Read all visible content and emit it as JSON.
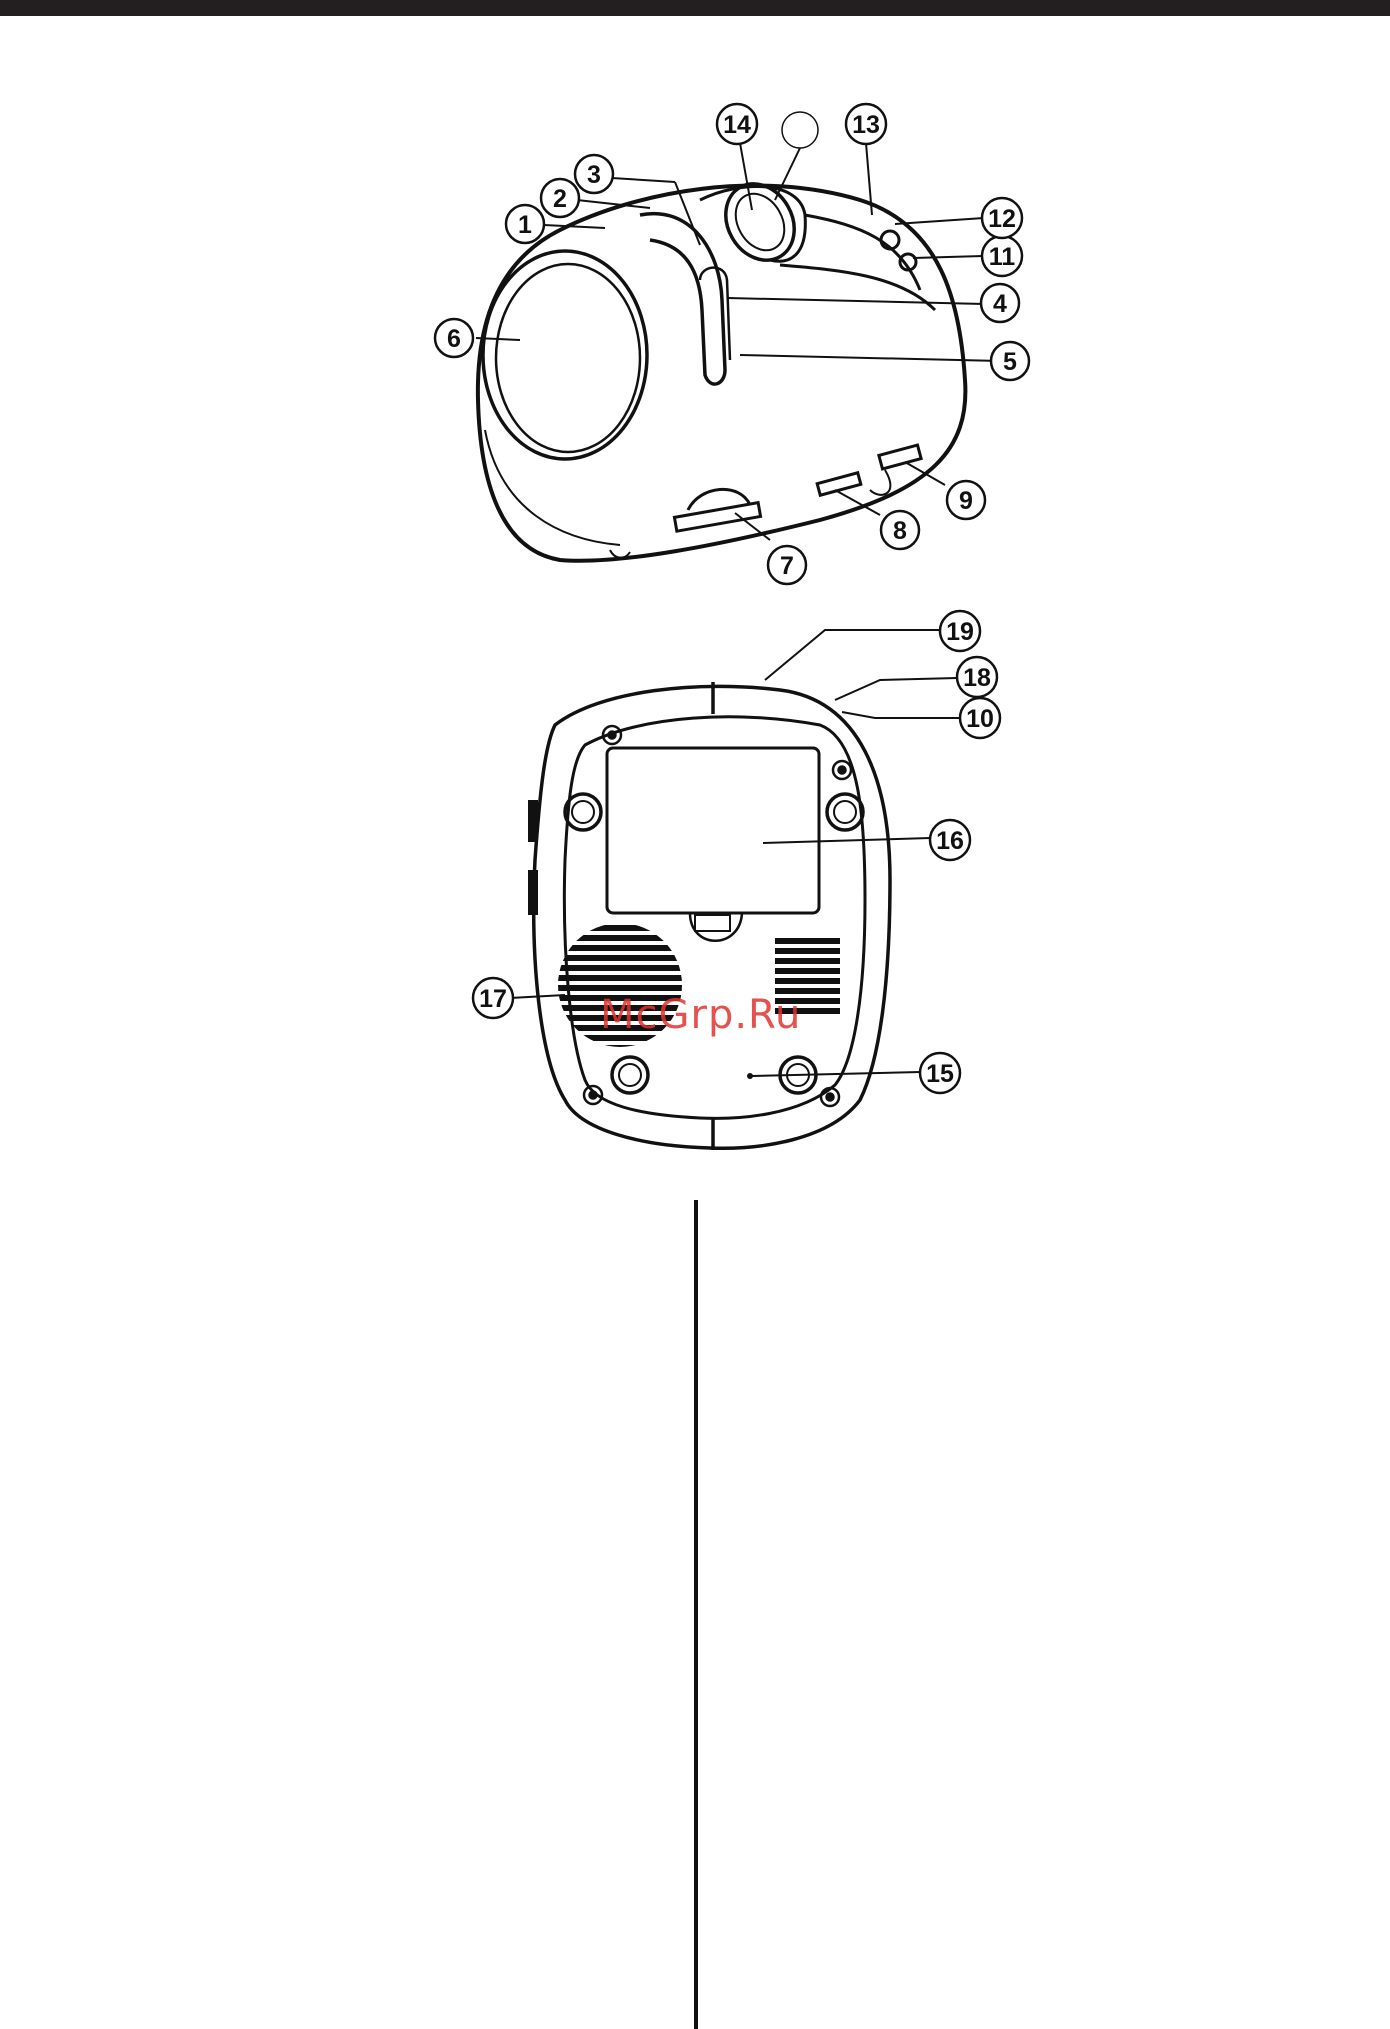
{
  "callouts": {
    "c1": "1",
    "c2": "2",
    "c3": "3",
    "c4": "4",
    "c5": "5",
    "c6": "6",
    "c7": "7",
    "c8": "8",
    "c9": "9",
    "c10": "10",
    "c11": "11",
    "c12": "12",
    "c13": "13",
    "c14": "14",
    "c15": "15",
    "c16": "16",
    "c17": "17",
    "c18": "18",
    "c19": "19"
  },
  "watermark": "McGrp.Ru",
  "colors": {
    "ink": "#111111",
    "bar": "#231f20",
    "watermark": "#e0342f"
  }
}
